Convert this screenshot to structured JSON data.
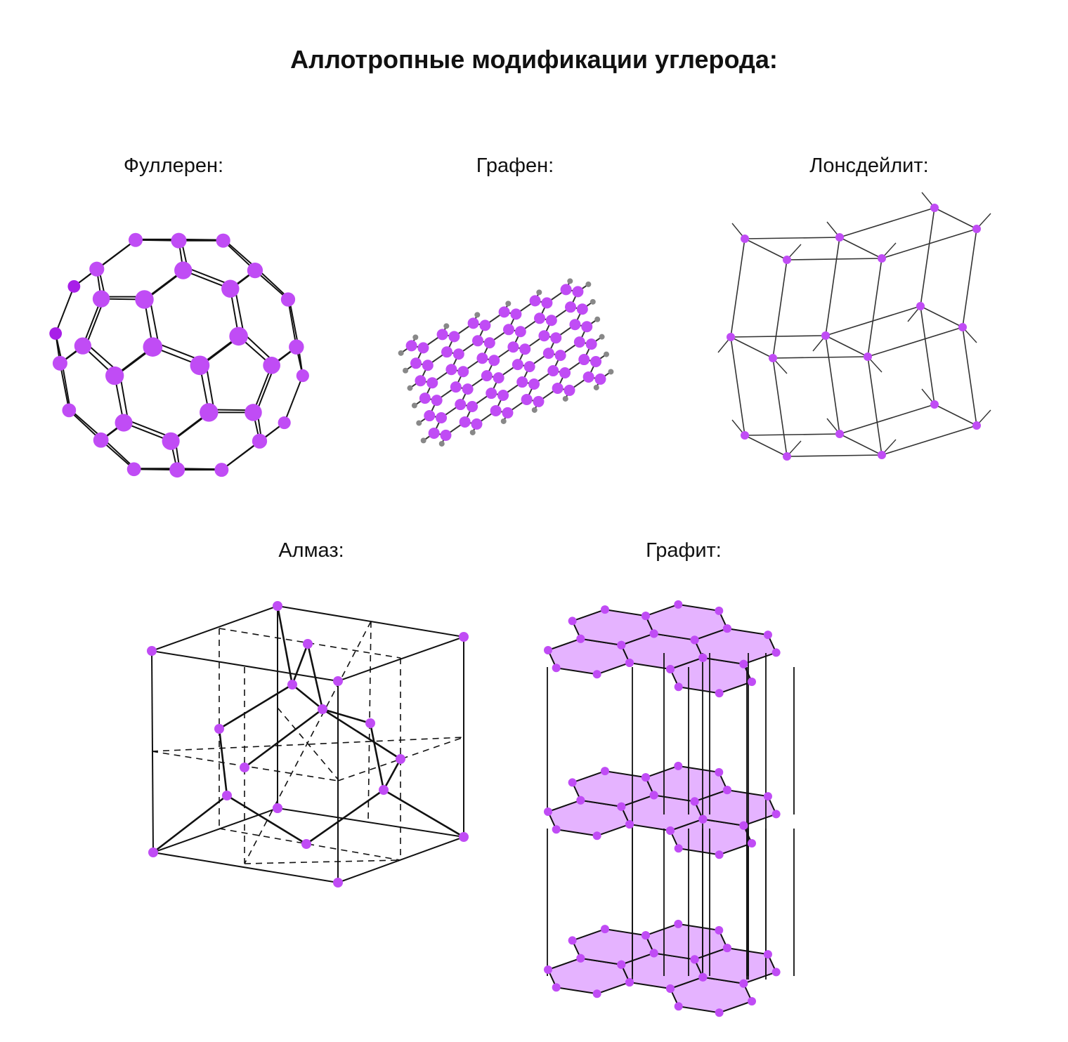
{
  "title": "Аллотропные модификации углерода:",
  "structures": {
    "fullerene": "Фуллерен:",
    "graphene": "Графен:",
    "lonsdaleite": "Лонсдейлит:",
    "diamond": "Алмаз:",
    "graphite": "Графит:"
  },
  "colors": {
    "atom": "#c04cf5",
    "atom_dark": "#a81fe8",
    "edge_atom": "#888888",
    "layer_fill": "#e5b3ff",
    "bond": "#111111"
  }
}
